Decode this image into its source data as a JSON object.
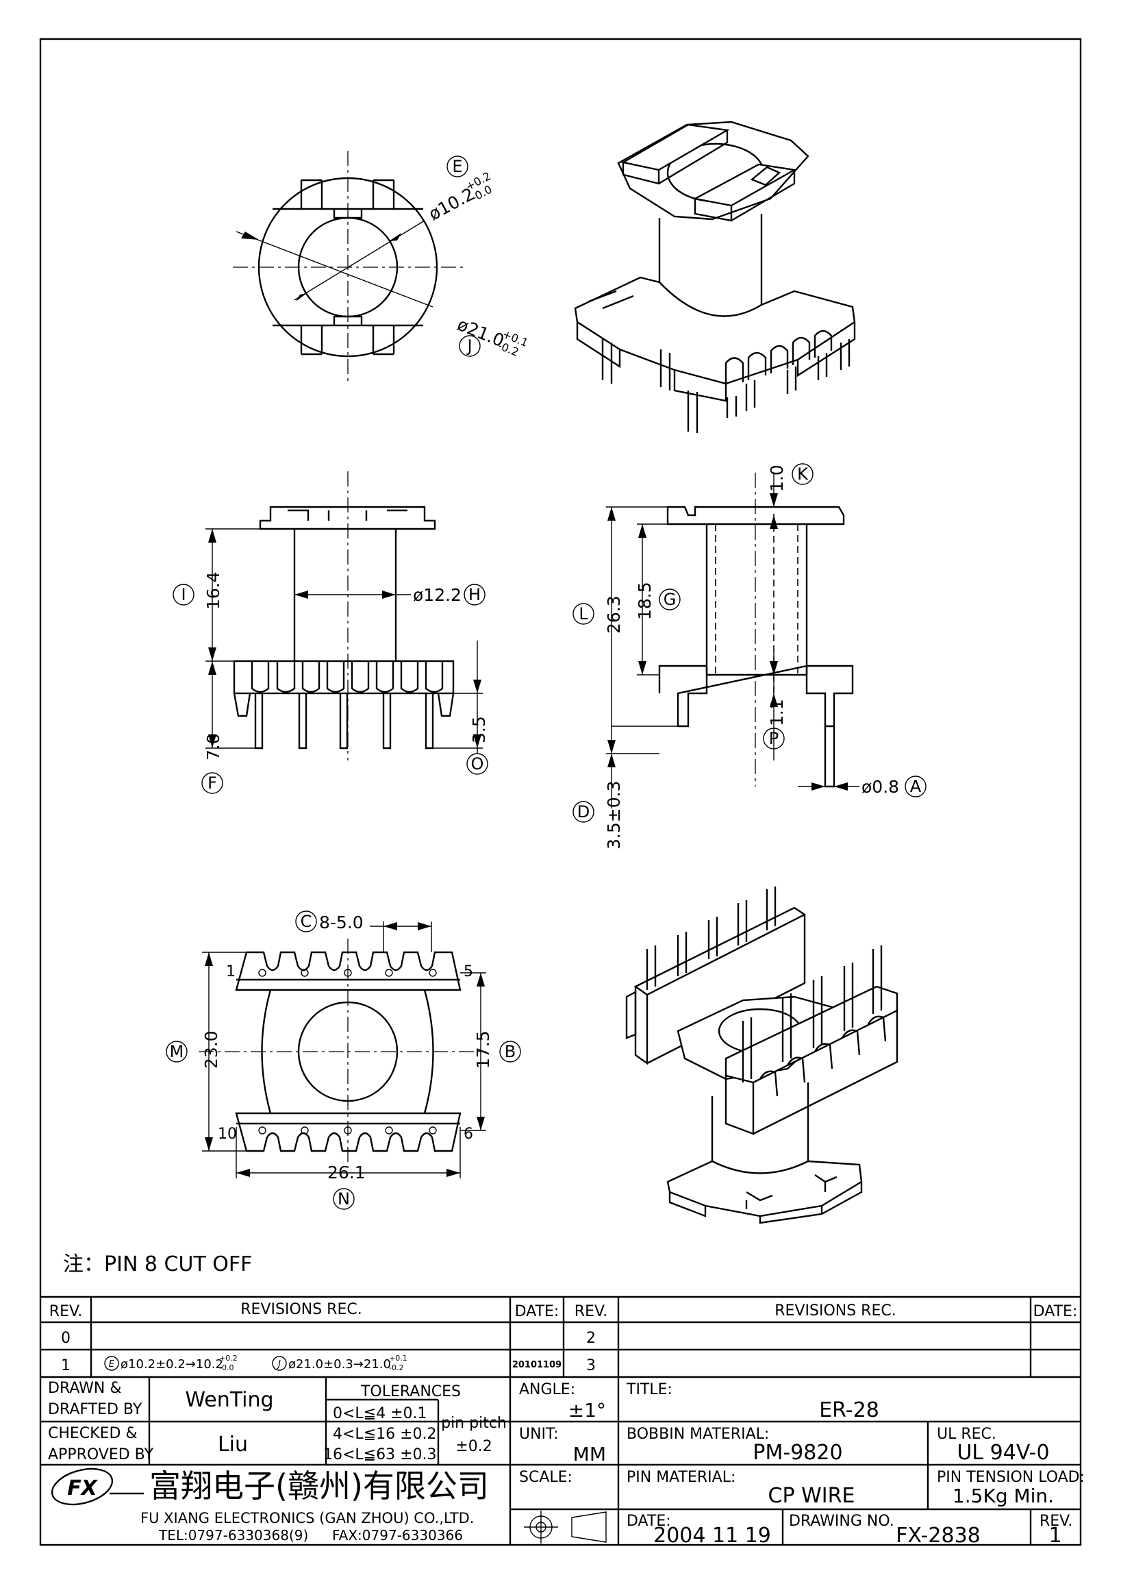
{
  "dims": {
    "e_label": "E",
    "e_value": "ø10.2",
    "e_tol_upper": "+0.2",
    "e_tol_lower": "-0.0",
    "j_label": "J",
    "j_value": "ø21.0",
    "j_tol_upper": "+0.1",
    "j_tol_lower": "-0.2",
    "i_label": "I",
    "i_value": "16.4",
    "h_label": "H",
    "h_value": "ø12.2",
    "f_label": "F",
    "f_value": "7.0",
    "o_label": "O",
    "o_value": "3.5",
    "k_label": "K",
    "k_value": "1.0",
    "l_label": "L",
    "l_value": "26.3",
    "g_label": "G",
    "g_value": "18.5",
    "p_label": "P",
    "p_value": "1.1",
    "a_label": "A",
    "a_value": "ø0.8",
    "d_label": "D",
    "d_value": "3.5±0.3",
    "c_label": "C",
    "c_value": "8-5.0",
    "m_label": "M",
    "m_value": "23.0",
    "b_label": "B",
    "b_value": "17.5",
    "n_label": "N",
    "n_value": "26.1",
    "pin_1": "1",
    "pin_5": "5",
    "pin_6": "6",
    "pin_10": "10"
  },
  "note": "注：PIN 8 CUT OFF",
  "revisions": {
    "rev_header": "REV.",
    "rec_header": "REVISIONS   REC.",
    "date_header": "DATE:",
    "left_revs": [
      "0",
      "1"
    ],
    "right_revs": [
      "2",
      "3"
    ],
    "rev1_e_text": "ø10.2±0.2→10.2",
    "rev1_e_up": "+0.2",
    "rev1_e_lo": "-0.0",
    "rev1_j_text": "ø21.0±0.3→21.0",
    "rev1_j_up": "+0.1",
    "rev1_j_lo": "-0.2",
    "rev1_date": "20101109"
  },
  "title_block": {
    "drawn_label_1": "DRAWN &",
    "drawn_label_2": "DRAFTED BY",
    "drawn_name": "WenTing",
    "checked_label_1": "CHECKED &",
    "checked_label_2": "APPROVED BY",
    "checked_name": "Liu",
    "tolerances_label": "TOLERANCES",
    "tol_rows": [
      "0<L≦4    ±0.1",
      "4<L≦16  ±0.2",
      "16<L≦63  ±0.3"
    ],
    "pin_pitch_label": "pin pitch",
    "pin_pitch_value": "±0.2",
    "angle_label": "ANGLE:",
    "angle_value": "±1°",
    "unit_label": "UNIT:",
    "unit_value": "MM",
    "scale_label": "SCALE:",
    "title_label": "TITLE:",
    "title_value": "ER-28",
    "bobbin_label": "BOBBIN MATERIAL:",
    "bobbin_value": "PM-9820",
    "ul_label": "UL REC.",
    "ul_value": "UL 94V-0",
    "pin_material_label": "PIN MATERIAL:",
    "pin_material_value": "CP WIRE",
    "pin_tension_label": "PIN TENSION LOAD:",
    "pin_tension_value": "1.5Kg Min.",
    "date_label": "DATE:",
    "date_value": "2004 11 19",
    "drawing_no_label": "DRAWING NO.",
    "drawing_no_value": "FX-2838",
    "rev_label": "REV.",
    "rev_value": "1",
    "company_cn": "富翔电子(赣州)有限公司",
    "company_en": "FU XIANG ELECTRONICS (GAN ZHOU) CO.,LTD.",
    "tel": "TEL:0797-6330368(9)",
    "fax": "FAX:0797-6330366",
    "logo_text": "FX"
  }
}
